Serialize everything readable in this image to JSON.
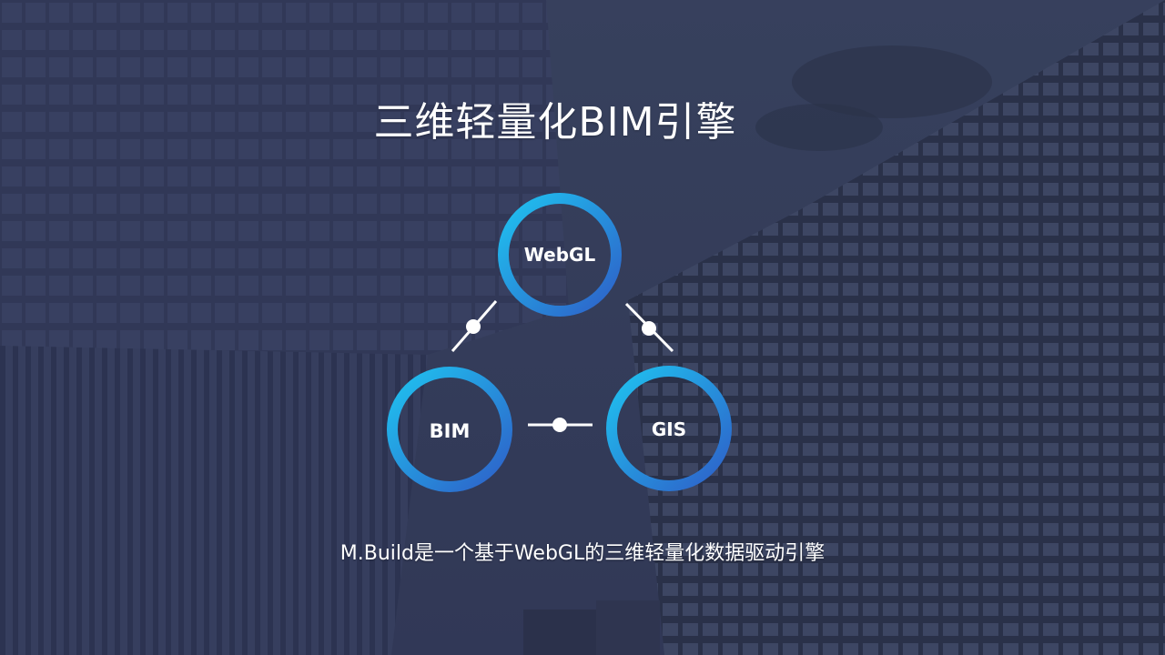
{
  "title": "三维轻量化BIM引擎",
  "subtitle": "M.Build是一个基于WebGL的三维轻量化数据驱动引擎",
  "nodes": {
    "webgl": "WebGL",
    "bim": "BIM",
    "gis": "GIS"
  },
  "colors": {
    "ring_start": "#1fc3f0",
    "ring_end": "#2e5fc8",
    "text": "#ffffff",
    "background": "#2e3550"
  }
}
